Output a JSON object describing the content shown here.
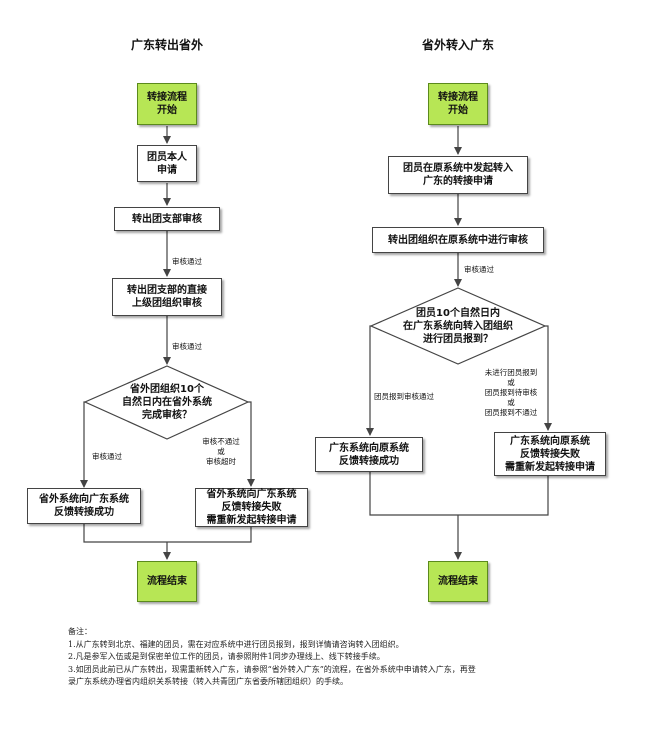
{
  "left": {
    "title": "广东转出省外",
    "start": [
      "转接流程",
      "开始"
    ],
    "apply": [
      "团员本人",
      "申请"
    ],
    "branch_review": [
      "转出团支部审核"
    ],
    "label_pass_1": "审核通过",
    "upper_review": [
      "转出团支部的直接",
      "上级团组织审核"
    ],
    "label_pass_2": "审核通过",
    "decision": [
      "省外团组织10个",
      "自然日内在省外系统",
      "完成审核？"
    ],
    "label_pass_3": "审核通过",
    "label_fail": [
      "审核不通过",
      "或",
      "审核超时"
    ],
    "success": [
      "省外系统向广东系统",
      "反馈转接成功"
    ],
    "failure": [
      "省外系统向广东系统",
      "反馈转接失败",
      "需重新发起转接申请"
    ],
    "end": [
      "流程结束"
    ]
  },
  "right": {
    "title": "省外转入广东",
    "start": [
      "转接流程",
      "开始"
    ],
    "apply": [
      "团员在原系统中发起转入",
      "广东的转接申请"
    ],
    "org_review": [
      "转出团组织在原系统中进行审核"
    ],
    "label_pass": "审核通过",
    "decision": [
      "团员10个自然日内",
      "在广东系统向转入团组织",
      "进行团员报到？"
    ],
    "label_yes": "团员报到审核通过",
    "label_no": [
      "未进行团员报到",
      "或",
      "团员报到待审核",
      "或",
      "团员报到不通过"
    ],
    "success": [
      "广东系统向原系统",
      "反馈转接成功"
    ],
    "failure": [
      "广东系统向原系统",
      "反馈转接失败",
      "需重新发起转接申请"
    ],
    "end": [
      "流程结束"
    ]
  },
  "notes": {
    "heading": "备注：",
    "items": [
      "1.从广东转到北京、福建的团员，需在对应系统中进行团员报到，报到详情请咨询转入团组织。",
      "2.凡是参军入伍或是到保密单位工作的团员，请参照附件1同步办理线上、线下转接手续。",
      "3.如团员此前已从广东转出，现需重新转入广东，请参照“省外转入广东”的流程，在省外系统中申请转入广东，再登",
      "录广东系统办理省内组织关系转接（转入共青团广东省委所辖团组织）的手续。"
    ]
  },
  "colors": {
    "start_end_fill": "#b7e655",
    "line": "#444444"
  }
}
